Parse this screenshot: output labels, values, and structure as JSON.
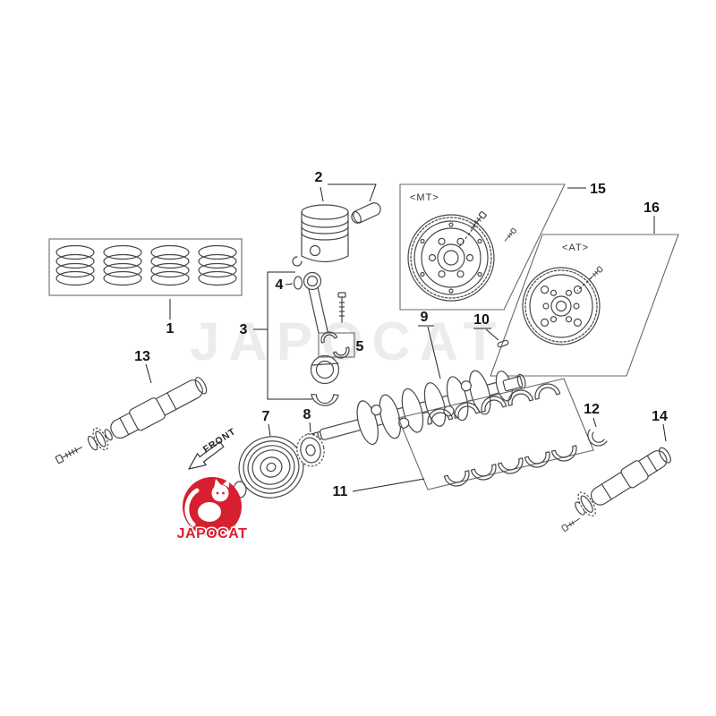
{
  "watermark": {
    "text": "JAPOCAT"
  },
  "logo": {
    "text": "JAPOCAT",
    "color": "#d6202f"
  },
  "front_arrow": {
    "label": "FRONT"
  },
  "boxes": {
    "mt_label": "<MT>",
    "at_label": "<AT>"
  },
  "part_labels": {
    "n1": "1",
    "n2": "2",
    "n3": "3",
    "n4": "4",
    "n5": "5",
    "n7": "7",
    "n8": "8",
    "n9": "9",
    "n10": "10",
    "n11": "11",
    "n12": "12",
    "n13": "13",
    "n14": "14",
    "n15": "15",
    "n16": "16"
  },
  "colors": {
    "line": "#474747",
    "box": "#6a6a6a",
    "watermark": "#ececec",
    "logo_red": "#d6202f"
  }
}
